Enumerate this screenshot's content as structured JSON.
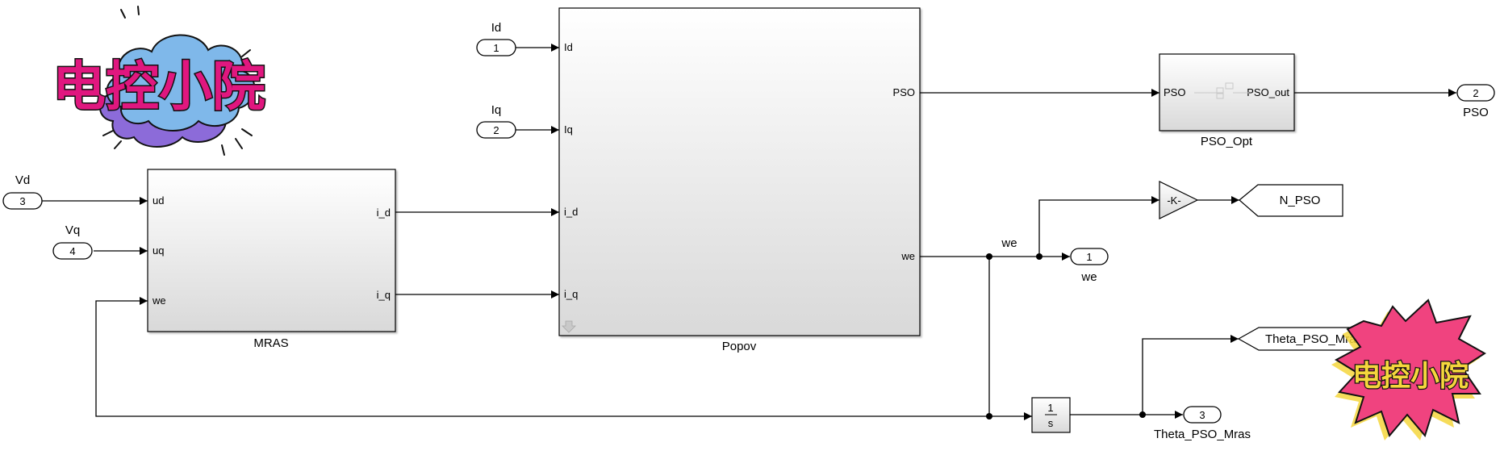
{
  "inports": [
    {
      "number": "1",
      "label": "Id"
    },
    {
      "number": "2",
      "label": "Iq"
    },
    {
      "number": "3",
      "label": "Vd"
    },
    {
      "number": "4",
      "label": "Vq"
    }
  ],
  "outports": [
    {
      "number": "2",
      "label": "PSO"
    },
    {
      "number": "1",
      "label": "we"
    },
    {
      "number": "3",
      "label": "Theta_PSO_Mras"
    }
  ],
  "blocks": {
    "mras": {
      "name": "MRAS",
      "in_ports": [
        "ud",
        "uq",
        "we"
      ],
      "out_ports": [
        "i_d",
        "i_q"
      ]
    },
    "popov": {
      "name": "Popov",
      "in_ports": [
        "Id",
        "Iq",
        "i_d",
        "i_q"
      ],
      "out_ports": [
        "PSO",
        "we"
      ]
    },
    "pso_opt": {
      "name": "PSO_Opt",
      "in_port": "PSO",
      "out_port": "PSO_out"
    },
    "gain": {
      "label": "-K-"
    },
    "integrator": {
      "numerator": "1",
      "denominator": "s"
    }
  },
  "goto_tags": [
    {
      "tag": "N_PSO"
    },
    {
      "tag": "Theta_PSO_Mras"
    }
  ],
  "signal_labels": {
    "we": "we"
  },
  "watermarks": [
    {
      "text": "电控小院",
      "style": "cloud-badge"
    },
    {
      "text": "电控小院",
      "style": "star-burst-badge"
    }
  ],
  "colors": {
    "line": "#000000",
    "block_top": "#ffffff",
    "block_bottom": "#d9d9d9",
    "logo_pink": "#e0177f",
    "cloud_blue": "#7fb8ea",
    "cloud_purple": "#8c6bd9",
    "burst_pink": "#f0437f",
    "burst_text": "#f5d63d"
  }
}
